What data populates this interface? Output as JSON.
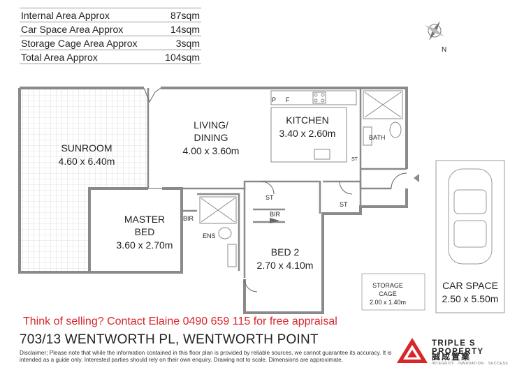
{
  "areas": [
    {
      "label": "Internal Area Approx",
      "value": "87sqm"
    },
    {
      "label": "Car Space Area Approx",
      "value": "14sqm"
    },
    {
      "label": "Storage Cage Area Approx",
      "value": "3sqm"
    },
    {
      "label": "Total Area Approx",
      "value": "104sqm"
    }
  ],
  "rooms": {
    "sunroom": {
      "name": "SUNROOM",
      "size": "4.60 x 6.40m"
    },
    "living": {
      "name1": "LIVING/",
      "name2": "DINING",
      "size": "4.00 x 3.60m"
    },
    "kitchen": {
      "name": "KITCHEN",
      "size": "3.40 x 2.60m"
    },
    "master": {
      "name1": "MASTER",
      "name2": "BED",
      "size": "3.60 x 2.70m"
    },
    "bed2": {
      "name": "BED 2",
      "size": "2.70 x 4.10m"
    },
    "storage": {
      "name1": "STORAGE",
      "name2": "CAGE",
      "size": "2.00 x 1.40m"
    },
    "car": {
      "name": "CAR SPACE",
      "size": "2.50 x 5.50m"
    }
  },
  "small_labels": {
    "bath": "BATH",
    "ens": "ENS",
    "bir_master": "BIR",
    "bir_bed2": "BIR",
    "st_hall": "ST",
    "st_entry": "ST",
    "st_bath": "ST",
    "pantry": "P",
    "fridge": "F"
  },
  "compass": {
    "label": "N"
  },
  "promo": "Think of selling? Contact Elaine 0490 659 115 for free appraisal",
  "address": "703/13 WENTWORTH PL, WENTWORTH POINT",
  "disclaimer": "Disclaimer; Please note that while the information contained in this floor plan is provided by reliable sources, we cannot guarantee its accuracy. It is intended as a guide only. Interested parties should rely on their own enquiry. Drawing not to scale.  Dimensions are approximate.",
  "brand": {
    "name": "TRIPLE S PROPERTY",
    "cn": "誠成置業",
    "sub": "INTEGRITY · INNOVATION · SUCCESS"
  },
  "colors": {
    "promo": "#d8262a",
    "logo": "#d8262a",
    "wall": "#8a8a8a"
  }
}
